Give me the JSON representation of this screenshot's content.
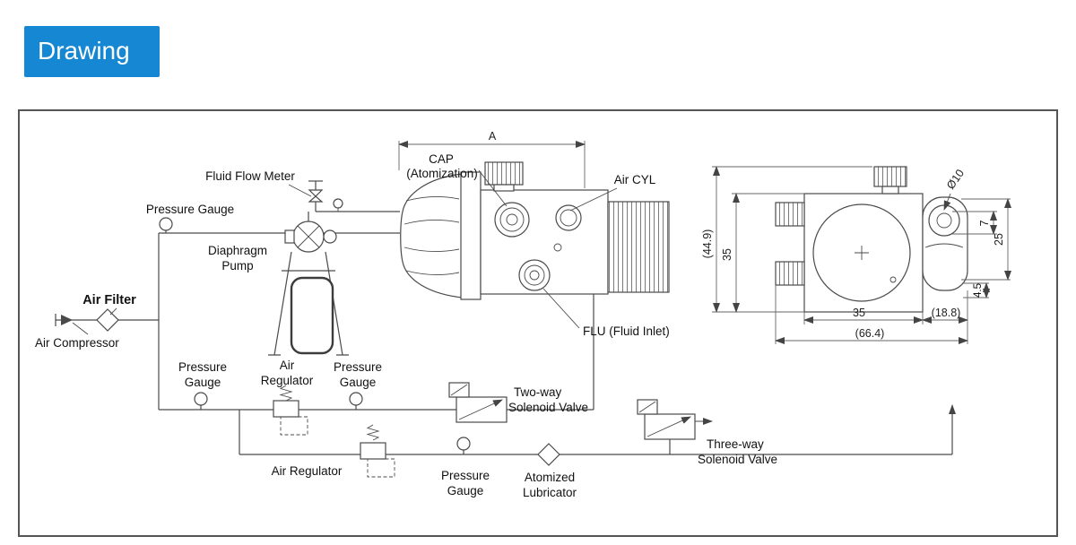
{
  "badge": {
    "label": "Drawing",
    "color": "#1687d2"
  },
  "labels": {
    "fluid_flow_meter": "Fluid Flow Meter",
    "pressure_gauge": "Pressure Gauge",
    "pressure": "Pressure",
    "gauge": "Gauge",
    "diaphragm": "Diaphragm",
    "pump": "Pump",
    "air_filter": "Air Filter",
    "air_compressor": "Air Compressor",
    "air": "Air",
    "regulator": "Regulator",
    "air_regulator": "Air Regulator",
    "two_way": "Two-way",
    "three_way": "Three-way",
    "solenoid_valve": "Solenoid Valve",
    "atomized": "Atomized",
    "lubricator": "Lubricator",
    "cap": "CAP",
    "atomization": "(Atomization)",
    "air_cyl": "Air CYL",
    "flu_inlet": "FLU (Fluid Inlet)"
  },
  "dims": {
    "a": "A",
    "h449": "(44.9)",
    "h35": "35",
    "dia10": "Ø10",
    "n7": "7",
    "n25": "25",
    "n45": "4.5",
    "w35": "35",
    "w188": "(18.8)",
    "w664": "(66.4)"
  }
}
